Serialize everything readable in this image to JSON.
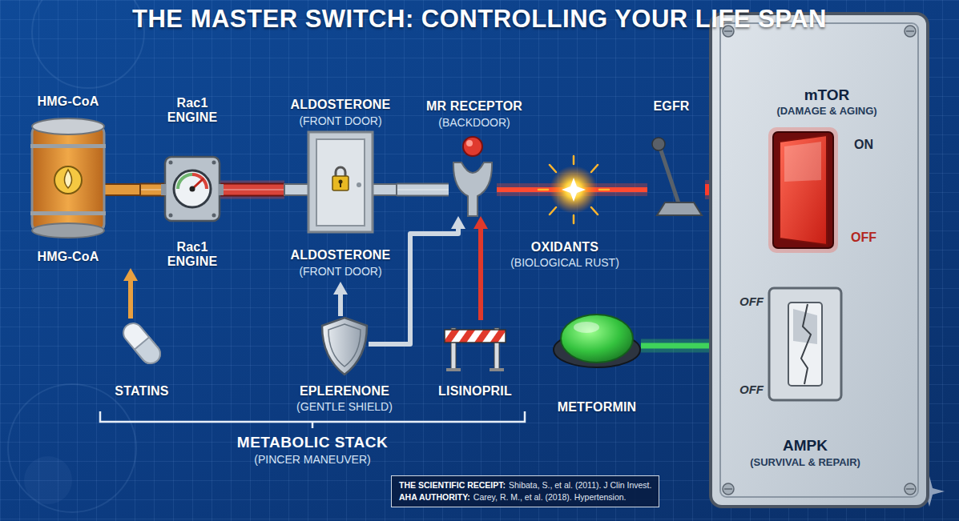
{
  "diagram": {
    "title": "THE MASTER SWITCH: CONTROLLING YOUR LIFE SPAN",
    "nodes": [
      {
        "text": [
          "HMG-CoA",
          "HMG-CoA"
        ]
      },
      {
        "text": [
          "Rac1 ENGINE",
          "Rac1 ENGINE"
        ]
      },
      {
        "text": [
          "ALDOSTERONE",
          "(FRONT DOOR)",
          "ALDOSTERONE",
          "(FRONT DOOR)"
        ]
      },
      {
        "text": [
          "MR RECEPTOR",
          "(BACKDOOR)"
        ]
      },
      {
        "text": [
          "EGFR"
        ]
      },
      {
        "text": [
          "mTOR",
          "(DAMAGE & AGING)"
        ]
      },
      {
        "text": [
          "ON",
          "OFF"
        ],
        "in": 5
      },
      {
        "text": [
          "OFF",
          "OFF",
          "AMPK",
          "(SURVIVAL & REPAIR)"
        ],
        "in": 5
      },
      {
        "text": [
          "STATINS"
        ]
      },
      {
        "text": [
          "EPLERENONE",
          "(GENTLE SHIELD)"
        ]
      },
      {
        "text": [
          "LISINOPRIL"
        ]
      },
      {
        "text": [
          "METFORMIN"
        ]
      },
      {
        "text": [
          "THE SCIENTIFIC RECEIPT:",
          "Shibata, S., et al. (2011). J Clin Invest.",
          "AHA AUTHORITY:",
          "Carey, R. M., et al. (2018). Hypertension."
        ]
      }
    ],
    "edges": [
      {
        "from": 0,
        "to": 1,
        "arrow": "none"
      },
      {
        "from": 1,
        "to": 2,
        "arrow": "none"
      },
      {
        "from": 2,
        "to": 3,
        "arrow": "none"
      },
      {
        "from": 3,
        "to": 4,
        "arrow": "none"
      },
      {
        "from": 4,
        "to": 6,
        "arrow": "to"
      },
      {
        "from": 8,
        "to": 0,
        "arrow": "to"
      },
      {
        "from": 9,
        "to": 2,
        "arrow": "to"
      },
      {
        "from": 9,
        "to": 3,
        "arrow": "to"
      },
      {
        "from": 10,
        "to": 3,
        "arrow": "to"
      },
      {
        "from": 11,
        "to": 7,
        "arrow": "to"
      },
      {
        "from": 7,
        "to": 6,
        "arrow": "to"
      }
    ],
    "labels": [
      "OXIDANTS",
      "(BIOLOGICAL RUST)",
      "METABOLIC STACK",
      "(PINCER MANEUVER)"
    ]
  }
}
